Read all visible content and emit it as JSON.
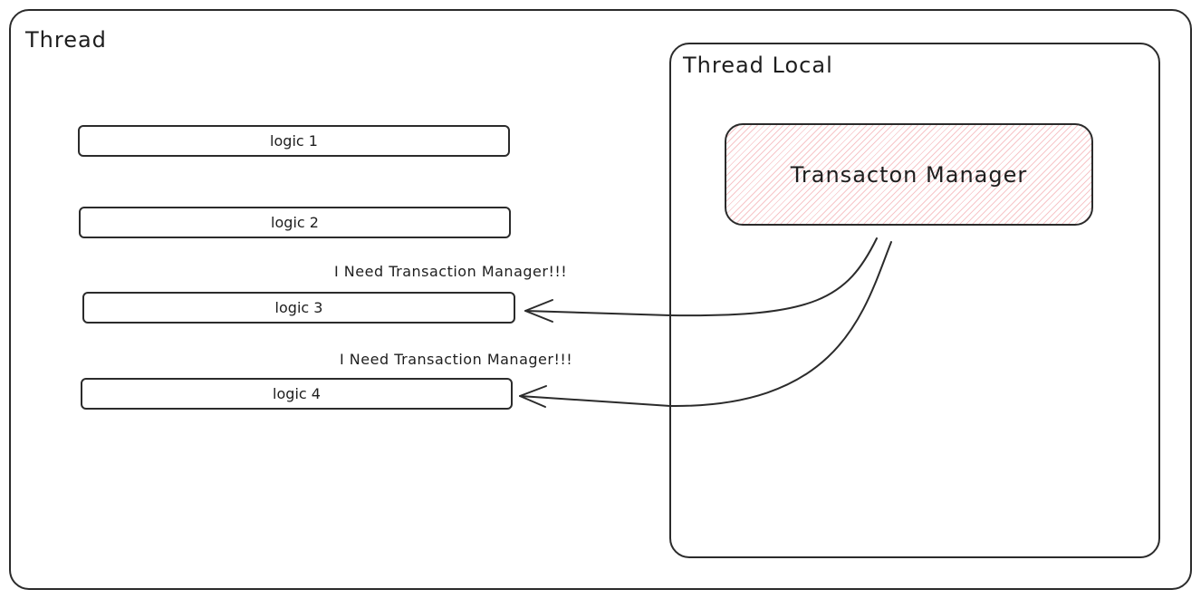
{
  "thread": {
    "title": "Thread"
  },
  "thread_local": {
    "title": "Thread Local",
    "transaction_manager": "Transacton Manager"
  },
  "logic_blocks": [
    "logic 1",
    "logic 2",
    "logic 3",
    "logic 4"
  ],
  "notes": [
    "I Need Transaction Manager!!!",
    "I Need Transaction Manager!!!"
  ],
  "colors": {
    "stroke": "#2b2b2b",
    "hatch": "#f7c6c9"
  }
}
